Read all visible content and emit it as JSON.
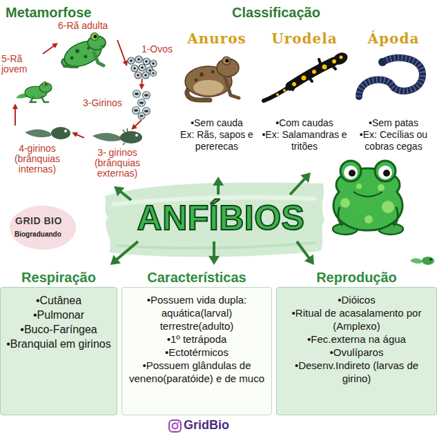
{
  "diagram": {
    "nodes": [
      {
        "text": [
          "Metamorfose"
        ]
      },
      {
        "text": [
          "6-Rã adulta"
        ],
        "in": 0
      },
      {
        "text": [
          "1-Ovos"
        ],
        "in": 0
      },
      {
        "text": [
          "3-Girinos"
        ],
        "in": 0
      },
      {
        "text": [
          "3- girinos (brânquias externas)"
        ],
        "in": 0
      },
      {
        "text": [
          "4-girinos (brânquias internas)"
        ],
        "in": 0
      },
      {
        "text": [
          "5-Rã jovem"
        ],
        "in": 0
      },
      {
        "text": [
          "Classificação"
        ]
      },
      {
        "text": [
          "Anuros",
          "•Sem cauda",
          "Ex: Rãs, sapos e pererecas"
        ],
        "in": 7
      },
      {
        "text": [
          "Urodela",
          "•Com caudas",
          "•Ex: Salamandras e tritões"
        ],
        "in": 7
      },
      {
        "text": [
          "Ápoda",
          "•Sem patas",
          "•Ex: Cecílias ou cobras cegas"
        ],
        "in": 7
      },
      {
        "text": [
          "ANFÍBIOS"
        ]
      },
      {
        "text": [
          "Respiração",
          "•Cutânea",
          "•Pulmonar",
          "•Buco-Faríngea",
          "•Branquial em girinos"
        ]
      },
      {
        "text": [
          "Características",
          "•Possuem vida dupla: aquática(larval) terrestre(adulto)",
          "•1º tetrápoda",
          "•Ectotérmicos",
          "•Possuem glândulas de veneno(paratóide) e de muco"
        ]
      },
      {
        "text": [
          "Reprodução",
          "•Dióicos",
          "•Ritual de acasalamento por (Amplexo)",
          "•Fec.externa na água",
          "•Ovulíparos",
          "•Desenv.Indireto (larvas de girino)"
        ]
      }
    ],
    "edges": [
      {
        "from": 1,
        "to": 2,
        "arrow": "to"
      },
      {
        "from": 2,
        "to": 3,
        "arrow": "to"
      },
      {
        "from": 3,
        "to": 4,
        "arrow": "to"
      },
      {
        "from": 4,
        "to": 5,
        "arrow": "to"
      },
      {
        "from": 5,
        "to": 6,
        "arrow": "to"
      },
      {
        "from": 6,
        "to": 1,
        "arrow": "to"
      },
      {
        "from": 11,
        "to": 0,
        "arrow": "to"
      },
      {
        "from": 11,
        "to": 7,
        "arrow": "to"
      },
      {
        "from": 11,
        "to": 9,
        "arrow": "to"
      },
      {
        "from": 11,
        "to": 12,
        "arrow": "to"
      },
      {
        "from": 11,
        "to": 13,
        "arrow": "to"
      },
      {
        "from": 11,
        "to": 14,
        "arrow": "to"
      }
    ],
    "labels": [
      "GRID BIO",
      "Biograduando",
      "GridBio"
    ]
  }
}
